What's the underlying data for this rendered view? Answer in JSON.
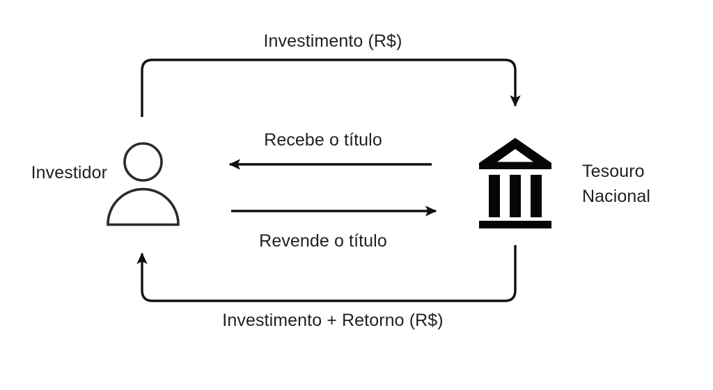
{
  "diagram": {
    "title_text": "Investimento (R$)",
    "background_color": "#ffffff",
    "stroke_color": "#101010",
    "text_color": "#202124",
    "nodes": [
      {
        "id": "investor",
        "label": "Investidor",
        "icon": "person-icon",
        "label_position": "left"
      },
      {
        "id": "treasury",
        "label_line1": "Tesouro",
        "label_line2": "Nacional",
        "icon": "bank-icon",
        "label_position": "right"
      }
    ],
    "flows": [
      {
        "id": "top-flow",
        "label": "Investimento (R$)",
        "from": "investor",
        "to": "treasury",
        "direction": "right",
        "style": "rounded-bracket-over"
      },
      {
        "id": "receive-flow",
        "label": "Recebe o título",
        "from": "treasury",
        "to": "investor",
        "direction": "left",
        "style": "straight"
      },
      {
        "id": "resell-flow",
        "label": "Revende o título",
        "from": "investor",
        "to": "treasury",
        "direction": "right",
        "style": "straight"
      },
      {
        "id": "bottom-flow",
        "label": "Investimento + Retorno (R$)",
        "from": "treasury",
        "to": "investor",
        "direction": "left",
        "style": "rounded-bracket-under"
      }
    ]
  }
}
